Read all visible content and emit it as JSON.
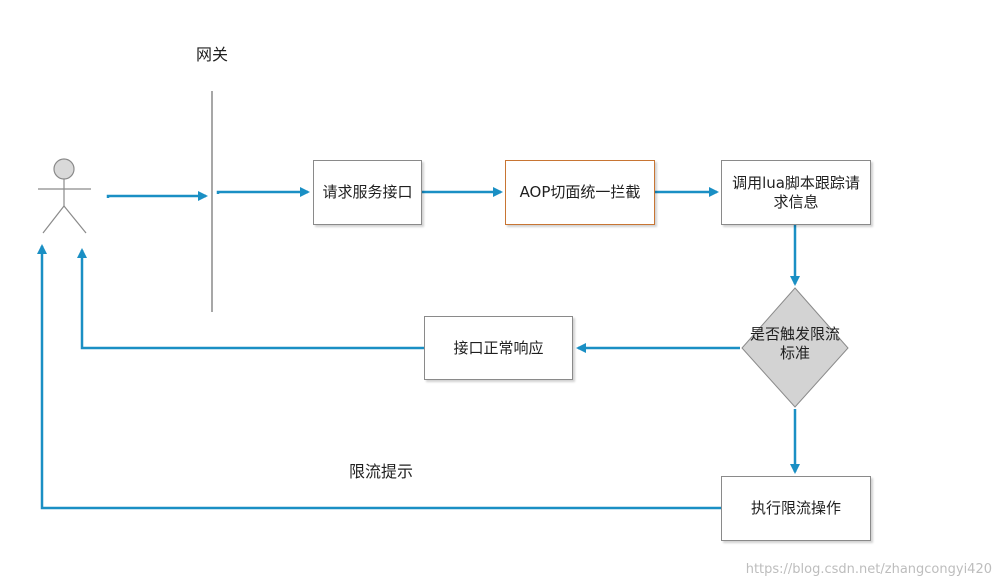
{
  "labels": {
    "gateway": "网关",
    "limit_tip": "限流提示"
  },
  "nodes": {
    "request_service": "请求服务接口",
    "aop_intercept": "AOP切面统一拦截",
    "call_lua_line1": "调用lua脚本跟踪请",
    "call_lua_line2": "求信息",
    "decision_line1": "是否触发限流",
    "decision_line2": "标准",
    "normal_response": "接口正常响应",
    "execute_limit": "执行限流操作"
  },
  "watermark": "https://blog.csdn.net/zhangcongyi420",
  "colors": {
    "arrow": "#1a8fc4",
    "border": "#8a8a8a",
    "highlight_border": "#c87533",
    "diamond_fill": "#d3d3d3"
  }
}
